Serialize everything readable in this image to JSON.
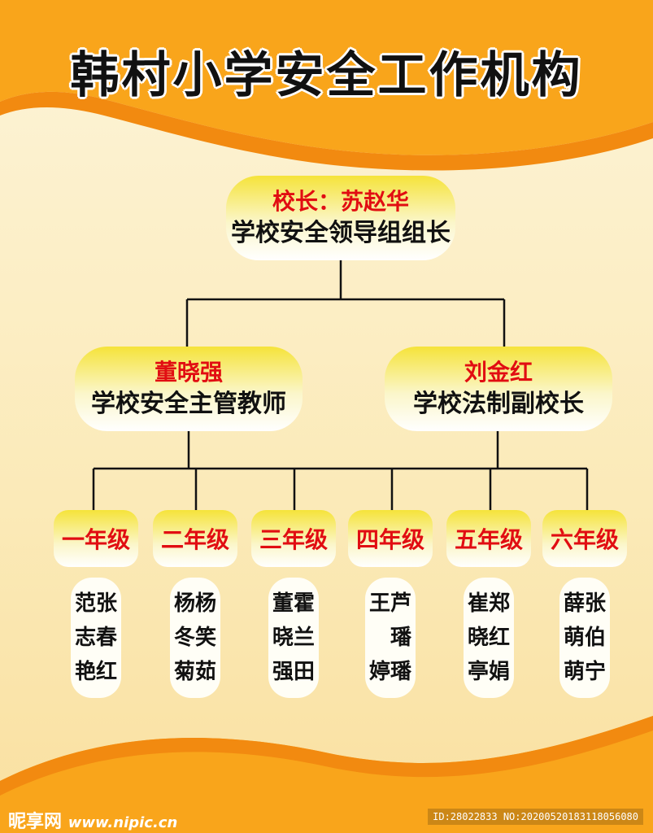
{
  "title": "韩村小学安全工作机构",
  "principal": {
    "name": "校长：苏赵华",
    "role": "学校安全领导组组长"
  },
  "managers": [
    {
      "name": "董晓强",
      "role": "学校安全主管教师"
    },
    {
      "name": "刘金红",
      "role": "学校法制副校长"
    }
  ],
  "grades": [
    {
      "label": "一年级",
      "members": [
        "范张",
        "志春",
        "艳红"
      ]
    },
    {
      "label": "二年级",
      "members": [
        "杨杨",
        "冬笑",
        "菊茹"
      ]
    },
    {
      "label": "三年级",
      "members": [
        "董霍",
        "晓兰",
        "强田"
      ]
    },
    {
      "label": "四年级",
      "members": [
        "王芦",
        "　璠",
        "婷璠"
      ]
    },
    {
      "label": "五年级",
      "members": [
        "崔郑",
        "晓红",
        "亭娟"
      ]
    },
    {
      "label": "六年级",
      "members": [
        "薛张",
        "萌伯",
        "萌宁"
      ]
    }
  ],
  "watermark": {
    "logo": "昵享网",
    "site": "www.nipic.cn",
    "id": "ID:28022833 NO:20200520183118056080"
  },
  "colors": {
    "accent_orange": "#f7a21a",
    "name_red": "#e10d12",
    "pill_yellow": "#f5e33a",
    "background_cream": "#fbeec2"
  }
}
